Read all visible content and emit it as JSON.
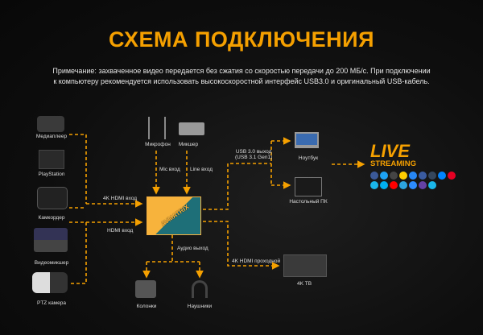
{
  "title": "СХЕМА ПОДКЛЮЧЕНИЯ",
  "note_line1": "Примечание: захваченное видео передается без сжатия со скоростью передачи до 200 МБ/с. При подключении",
  "note_line2": "к компьютеру рекомендуется использовать высокоскоростной интерфейс USB3.0 и оригинальный USB-кабель.",
  "sources": [
    "Медиаплеер",
    "PlayStation",
    "Камкордер",
    "Видеомикшер",
    "PTZ камера"
  ],
  "audio_in": {
    "mic": "Микрофон",
    "mixer": "Микшер",
    "mic_input": "Mic вход",
    "line_input": "Line вход"
  },
  "connections": {
    "hdmi4k_in": "4K HDMI вход",
    "hdmi_in": "HDMI вход",
    "audio_out": "Аудио выход",
    "usb_out_1": "USB 3.0 выход",
    "usb_out_2": "(USB 3.1 Gen1)",
    "hdmi_pass": "4K HDMI проходной"
  },
  "outputs": {
    "laptop": "Ноутбук",
    "desktop": "Настольный ПК",
    "tv": "4K ТВ",
    "speakers": "Колонки",
    "headphones": "Наушники"
  },
  "device_brand": "AVMATRIX",
  "live": {
    "line1": "LIVE",
    "line2": "STREAMING"
  },
  "platform_colors": [
    "#3b5998",
    "#1da1f2",
    "#444444",
    "#ffcc00",
    "#2787f5",
    "#3a5ba0",
    "#35465c",
    "#0084ff",
    "#e60023",
    "#1ab7ea",
    "#00aff0",
    "#ff0000",
    "#2ca5e0",
    "#2d8cff",
    "#6441a5",
    "#1ab7ea"
  ],
  "accent": "#f5a000"
}
